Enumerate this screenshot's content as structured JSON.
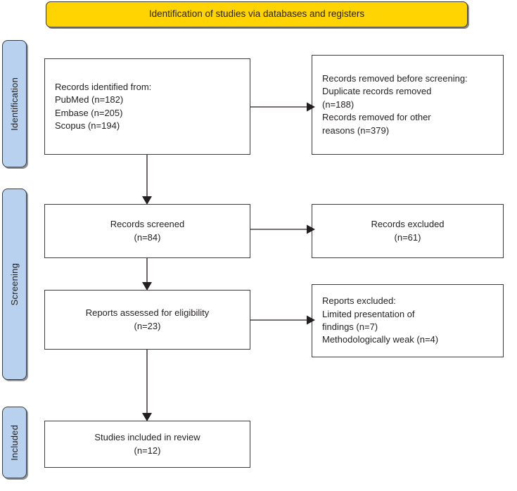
{
  "banner": {
    "text": "Identification of studies via databases and registers",
    "fill": "#ffd400",
    "border": "#3b3b3b"
  },
  "stages": {
    "fill": "#b8d1ee",
    "items": [
      {
        "key": "identification",
        "label": "Identification"
      },
      {
        "key": "screening",
        "label": "Screening"
      },
      {
        "key": "included",
        "label": "Included"
      }
    ]
  },
  "boxes": {
    "identified": {
      "text": "Records identified from:\nPubMed (n=182)\nEmbase (n=205)\nScopus (n=194)",
      "align": "left"
    },
    "removed": {
      "text": "Records removed before screening:\n  Duplicate records removed\n  (n=188)\n  Records removed for other\n  reasons (n=379)",
      "align": "left"
    },
    "screened": {
      "text": "Records screened\n(n=84)",
      "align": "center"
    },
    "excluded_records": {
      "text": "Records excluded\n(n=61)",
      "align": "center"
    },
    "eligibility": {
      "text": "Reports assessed for eligibility\n(n=23)",
      "align": "center"
    },
    "excluded_reports": {
      "text": "Reports excluded:\n  Limited presentation of\n  findings (n=7)\n  Methodologically weak (n=4)",
      "align": "left"
    },
    "included": {
      "text": "Studies included in review\n(n=12)",
      "align": "center"
    }
  },
  "counts": {
    "pubmed": 182,
    "embase": 205,
    "scopus": 194,
    "duplicates_removed": 188,
    "removed_other_reasons": 379,
    "records_screened": 84,
    "records_excluded": 61,
    "reports_assessed": 23,
    "excluded_limited_presentation": 7,
    "excluded_methodologically_weak": 4,
    "studies_included": 12
  },
  "arrows": {
    "line_color": "#4a4341"
  }
}
